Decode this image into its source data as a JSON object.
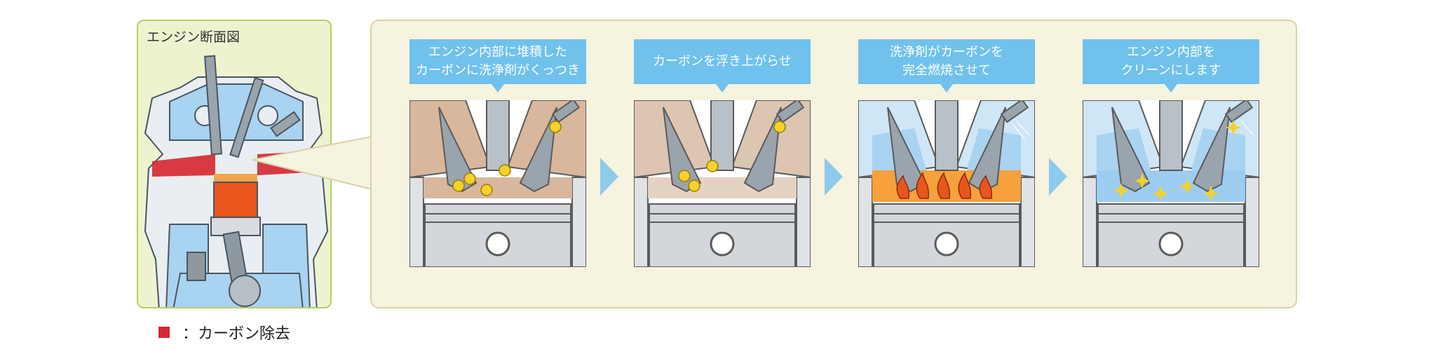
{
  "engine_panel": {
    "title": "エンジン断面図"
  },
  "legend": {
    "label": "：カーボン除去",
    "color": "#d6262f"
  },
  "steps": [
    {
      "caption": "エンジン内部に堆積した\nカーボンに洗浄剤がくっつき",
      "state": "carbon"
    },
    {
      "caption": "カーボンを浮き上がらせ",
      "state": "lift"
    },
    {
      "caption": "洗浄剤がカーボンを\n完全燃焼させて",
      "state": "burn"
    },
    {
      "caption": "エンジン内部を\nクリーンにします",
      "state": "clean"
    }
  ],
  "colors": {
    "caption_bg": "#70c1ec",
    "arrow": "#8ccbec",
    "carbon": "#f4d22a",
    "coolant": "#a8d3f1",
    "chamber_dirty": "#d9b79c",
    "flame": "#f08a1c",
    "sparkle": "#f4d22a"
  }
}
